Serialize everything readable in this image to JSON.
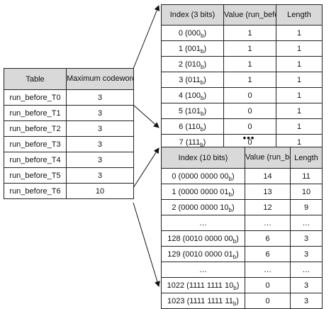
{
  "left_table": {
    "headers": [
      "Table",
      "Maximum codeword length"
    ],
    "rows": [
      {
        "name": "run_before_T0",
        "max": "3"
      },
      {
        "name": "run_before_T1",
        "max": "3"
      },
      {
        "name": "run_before_T2",
        "max": "3"
      },
      {
        "name": "run_before_T3",
        "max": "3"
      },
      {
        "name": "run_before_T4",
        "max": "3"
      },
      {
        "name": "run_before_T5",
        "max": "3"
      },
      {
        "name": "run_before_T6",
        "max": "10"
      }
    ]
  },
  "top_table": {
    "headers": [
      "Index (3 bits)",
      "Value (run_before)",
      "Length"
    ],
    "rows": [
      {
        "index": "0 (000",
        "sub": "b",
        "close": ")",
        "value": "1",
        "length": "1"
      },
      {
        "index": "1 (001",
        "sub": "b",
        "close": ")",
        "value": "1",
        "length": "1"
      },
      {
        "index": "2 (010",
        "sub": "b",
        "close": ")",
        "value": "1",
        "length": "1"
      },
      {
        "index": "3 (011",
        "sub": "b",
        "close": ")",
        "value": "1",
        "length": "1"
      },
      {
        "index": "4 (100",
        "sub": "b",
        "close": ")",
        "value": "0",
        "length": "1"
      },
      {
        "index": "5 (101",
        "sub": "b",
        "close": ")",
        "value": "0",
        "length": "1"
      },
      {
        "index": "6 (110",
        "sub": "b",
        "close": ")",
        "value": "0",
        "length": "1"
      },
      {
        "index": "7 (111",
        "sub": "b",
        "close": ")",
        "value": "0",
        "length": "1"
      }
    ]
  },
  "between_ellipsis": "•••",
  "bottom_table": {
    "headers": [
      "Index (10 bits)",
      "Value (run_before)",
      "Length"
    ],
    "rows": [
      {
        "index": "0 (0000 0000 00",
        "sub": "b",
        "close": ")",
        "value": "14",
        "length": "11"
      },
      {
        "index": "1 (0000 0000 01",
        "sub": "b",
        "close": ")",
        "value": "13",
        "length": "10"
      },
      {
        "index": "2 (0000 0000 10",
        "sub": "b",
        "close": ")",
        "value": "12",
        "length": "9"
      },
      {
        "index": "…",
        "sub": "",
        "close": "",
        "value": "…",
        "length": "…"
      },
      {
        "index": "128 (0010 0000 00",
        "sub": "b",
        "close": ")",
        "value": "6",
        "length": "3"
      },
      {
        "index": "129 (0010 0000 01",
        "sub": "b",
        "close": ")",
        "value": "6",
        "length": "3"
      },
      {
        "index": "…",
        "sub": "",
        "close": "",
        "value": "…",
        "length": "…"
      },
      {
        "index": "1022 (1111 1111 10",
        "sub": "b",
        "close": ")",
        "value": "0",
        "length": "3"
      },
      {
        "index": "1023 (1111 1111 11",
        "sub": "b",
        "close": ")",
        "value": "0",
        "length": "3"
      }
    ]
  }
}
